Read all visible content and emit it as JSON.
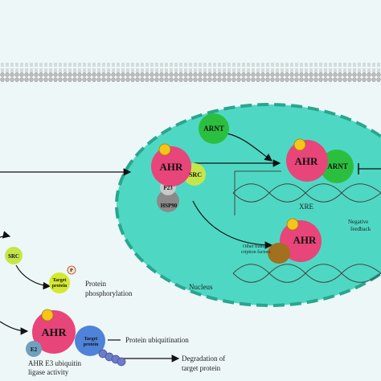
{
  "colors": {
    "background": "#eef7f7",
    "membrane": "#c8c8c8",
    "nucleus_fill": "#4ed8c4",
    "nucleus_border": "#2aa58f",
    "ahr": "#e8457a",
    "ligand": "#f5c518",
    "src": "#c5e64a",
    "arnt": "#2cbf3f",
    "hsp90": "#8a8a8a",
    "p23": "#c9c9c9",
    "tf": "#a2701e",
    "target": "#d4e82e",
    "e2": "#6fa0c0",
    "ubiquitin": "#6d7cc6",
    "target_ub": "#4f82d9"
  },
  "labels": {
    "ahr_main": "AHR",
    "src_main": "SRC",
    "p23": "P23",
    "hsp90": "HSP90",
    "arnt_free": "ARNT",
    "ahr_bound": "AHR",
    "arnt_bound": "ARNT",
    "xre": "XRE",
    "negative_feedback_1": "Negative",
    "negative_feedback_2": "feedback",
    "ahr_tf": "AHR",
    "other_tf_1": "Other trans-",
    "other_tf_2": "cription factors",
    "nucleus": "Nucleus",
    "src_cyto": "SRC",
    "target_p_1": "Target",
    "target_p_2": "protein",
    "phospho_p": "P",
    "phospho_1": "Protein",
    "phospho_2": "phosphorylation",
    "ahr_e3": "AHR",
    "e2": "E2",
    "target_ub_1": "Target",
    "target_ub_2": "protein",
    "ubiq": "Protein ubiquitination",
    "ahr_e3_1": "AHR E3 ubiquitin",
    "ahr_e3_2": "ligase activity",
    "degradation_1": "Degradation of",
    "degradation_2": "target protein"
  }
}
